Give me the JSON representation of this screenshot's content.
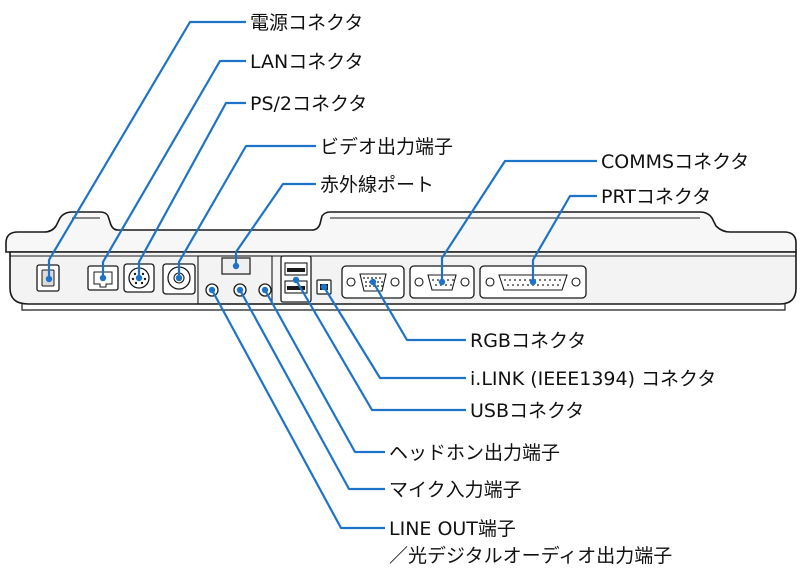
{
  "colors": {
    "leader_line": "#1e73c8",
    "outline": "#1a1a1a",
    "body_fill": "#f5f5f5",
    "background": "#ffffff"
  },
  "labels": {
    "power": "電源コネクタ",
    "lan": "LANコネクタ",
    "ps2": "PS/2コネクタ",
    "video": "ビデオ出力端子",
    "infrared": "赤外線ポート",
    "comms": "COMMSコネクタ",
    "prt": "PRTコネクタ",
    "rgb": "RGBコネクタ",
    "ilink": "i.LINK (IEEE1394) コネクタ",
    "usb": "USBコネクタ",
    "headphone": "ヘッドホン出力端子",
    "mic": "マイク入力端子",
    "lineout_1": "LINE OUT端子",
    "lineout_2": "／光デジタルオーディオ出力端子"
  }
}
